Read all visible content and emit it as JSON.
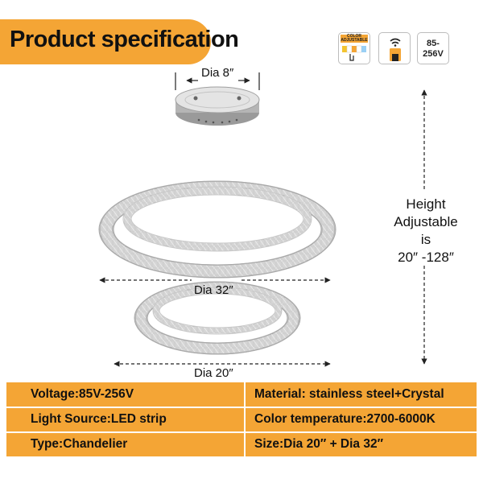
{
  "title": "Product specification",
  "badges": {
    "color_adjustable_label": "COLOR ADJUSTABLE",
    "remote_icon": "remote-control-icon",
    "voltage": "85-256V"
  },
  "dimensions": {
    "canopy": "Dia 8″",
    "ring_large": "Dia 32″",
    "ring_small": "Dia 20″",
    "height_line1": "Height",
    "height_line2": "Adjustable",
    "height_line3": "is",
    "height_line4": "20″ -128″"
  },
  "specs": {
    "voltage": "Voltage:85V-256V",
    "material": "Material: stainless steel+Crystal",
    "light_source": "Light Source:LED strip",
    "color_temperature": "Color temperature:2700-6000K",
    "type": "Type:Chandelier",
    "size": "Size:Dia 20″ +  Dia 32″"
  },
  "colors": {
    "accent": "#f4a535",
    "dimension_line": "#222222"
  }
}
